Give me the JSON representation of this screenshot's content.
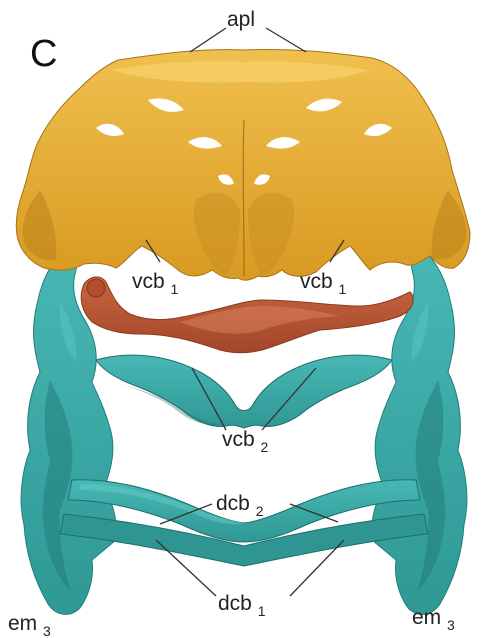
{
  "panel_letter": "C",
  "labels": {
    "apl": "apl",
    "vcb1_left": "vcb1",
    "vcb1_right": "vcb1",
    "vcb2": "vcb2",
    "dcb2": "dcb2",
    "dcb1": "dcb1",
    "em3_left": "em3",
    "em3_right": "em3"
  },
  "colors": {
    "apl": "#E7AE36",
    "apl_shade": "#B9831C",
    "ceratobranchial": "#3BA9A6",
    "ceratobranchial_shade": "#237E7B",
    "middle_element": "#B95633",
    "middle_shade": "#8C3A1E"
  }
}
